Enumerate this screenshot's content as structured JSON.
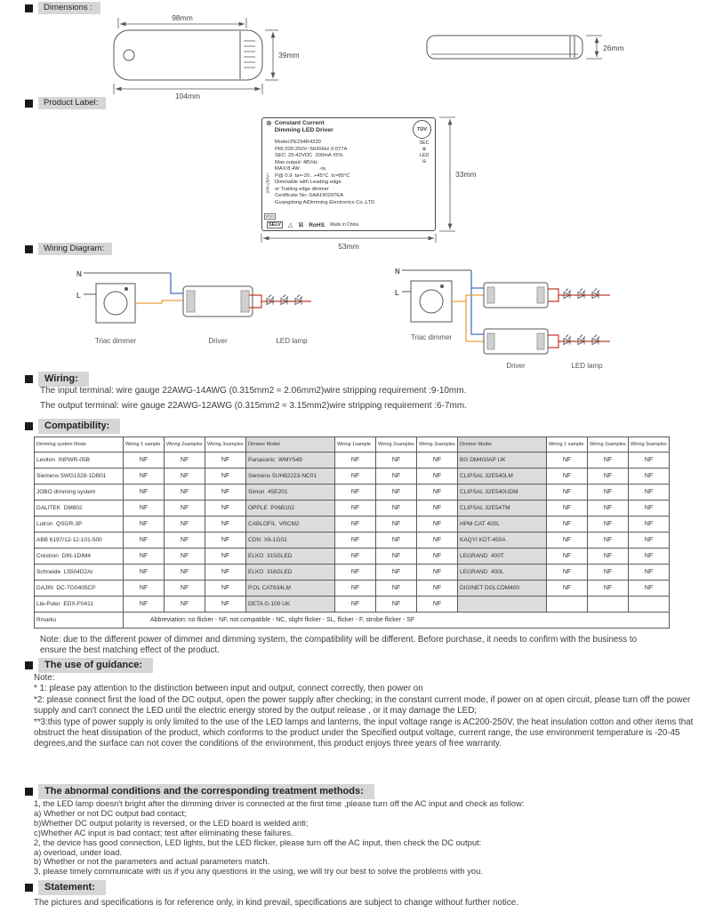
{
  "colors": {
    "line": "#555555",
    "live_wire": "#E8A13C",
    "neutral_wire": "#4472C4",
    "output_wire": "#C0392B",
    "section_header_bg": "#D6D6D6",
    "table_shade": "#DCDCDC"
  },
  "sections": {
    "dimensions": "Dimensions :",
    "product_label": "Product Label:",
    "wiring_diagram": "Wiring Diagram:",
    "wiring": "Wiring:",
    "compatibility": "Compatibility:",
    "guidance": "The use of guidance:",
    "abnormal": "The abnormal conditions and the corresponding treatment methods:",
    "statement": "Statement:"
  },
  "dimensions": {
    "top_width": "98mm",
    "bottom_width": "104mm",
    "height": "39mm",
    "side_height": "26mm"
  },
  "label": {
    "symbol": "⊕",
    "title_line1": "Constant Current",
    "title_line2": "Dimming LED Driver",
    "tuv": "TÜV",
    "side_text": "200-250V~",
    "ip": "IP20",
    "lines": [
      "Model:PE294R4220",
      "PRI:200-250V~50/60Hz 0.077A",
      "SEC: 25-42VDC  200mA ±5%",
      "Max.output: 48Vdc",
      "MAX:8.4W              -ta",
      "P@ 0.9  ta=-20...+45°C  tc=85°C",
      "Dimmable with Leading edge",
      "or Trailing edge dimmer",
      "Certificate No.:SAA190297EA",
      "Guangdong AiDimming Electronics Co.,LTD"
    ],
    "sec": "SEC",
    "led": "LED",
    "plus": "⊕",
    "minus": "⊖",
    "selv": "SELV",
    "warning": "△",
    "bin": "⊠",
    "rohs": "RoHS",
    "made_in": "Made in China",
    "width_dim": "53mm",
    "height_dim": "33mm"
  },
  "wiring_labels": {
    "n": "N",
    "l": "L",
    "dimmer": "Triac dimmer",
    "driver": "Driver",
    "lamp": "LED lamp"
  },
  "wiring": {
    "line1": "The input terminal: wire gauge 22AWG-14AWG (0.315mm2 ≈ 2.06mm2)wire stripping requirement :9-10mm.",
    "line2": "The output terminal: wire gauge 22AWG-12AWG (0.315mm2 ≈ 3.15mm2)wire stripping requirement :6-7mm."
  },
  "compatibility": {
    "headers": [
      "Dimming system Mode",
      "Wiring 1 sample",
      "Wiring 2samples",
      "Wiring 3samples",
      "Dimmer Model",
      "Wiring 1sample",
      "Wiring 2samples",
      "Wiring 3samples",
      "Dimmer Model",
      "Wiring 1 sample",
      "Wiring 2samples",
      "Wiring 3samples"
    ],
    "rows": [
      [
        "Leviton  INPWR-05B",
        "NF",
        "NF",
        "NF",
        "Panasonic  WMY549",
        "NF",
        "NF",
        "NF",
        "BG DM400AP UK",
        "NF",
        "NF",
        "NF"
      ],
      [
        "Siemens 5WG1528-1DB01",
        "NF",
        "NF",
        "NF",
        "Siemens 5UH82223-NC01",
        "NF",
        "NF",
        "NF",
        "CLIPSAL 32E540LM",
        "NF",
        "NF",
        "NF"
      ],
      [
        "JOBO dimming system",
        "NF",
        "NF",
        "NF",
        "Simon  45E201",
        "NF",
        "NF",
        "NF",
        "CLIPSAL 32E540UDM",
        "NF",
        "NF",
        "NF"
      ],
      [
        "DALITEK  DM802",
        "NF",
        "NF",
        "NF",
        "OPPLE  P06B102",
        "NF",
        "NF",
        "NF",
        "CLIPSAL 32E54TM",
        "NF",
        "NF",
        "NF"
      ],
      [
        "Lutron  QSGR-3P",
        "NF",
        "NF",
        "NF",
        "CABLOFIL  VRCM2",
        "NF",
        "NF",
        "NF",
        "HPM CAT 400L",
        "NF",
        "NF",
        "NF"
      ],
      [
        "ABB 6197/12-12-101-500",
        "NF",
        "NF",
        "NF",
        "CDN  X6-1G02",
        "NF",
        "NF",
        "NF",
        "KAQYI KDT-450A",
        "NF",
        "NF",
        "NF"
      ],
      [
        "Crestron  DIN-1DIM4",
        "NF",
        "NF",
        "NF",
        "ELKO  315GLED",
        "NF",
        "NF",
        "NF",
        "LEGRAND  400T",
        "NF",
        "NF",
        "NF"
      ],
      [
        "Schneide  L5504D2Ar",
        "NF",
        "NF",
        "NF",
        "ELKO  316GLED",
        "NF",
        "NF",
        "NF",
        "LEGRAND  400L",
        "NF",
        "NF",
        "NF"
      ],
      [
        "DAJIN  DC-TG0405CP",
        "NF",
        "NF",
        "NF",
        "P.OL CAT634LM",
        "NF",
        "NF",
        "NF",
        "DIGINET DGLCDM400",
        "NF",
        "NF",
        "NF"
      ],
      [
        "Lte-Puter  EDX-F0411",
        "NF",
        "NF",
        "NF",
        "DETA G-100 UK",
        "NF",
        "NF",
        "NF",
        "",
        "",
        "",
        ""
      ]
    ],
    "remarks_label": "Rmarks",
    "remarks": "Abbreviation: no flicker - NF, not compatible - NC, slight flicker - SL, flicker - F, strobe flicker - SF",
    "note": "Note: due to the different power of dimmer and dimming system, the compatibility will be different. Before purchase, it needs to confirm with the business to ensure the best matching effect of the product."
  },
  "guidance": {
    "lines": [
      "Note:",
      "* 1: please pay attention to the distinction between input and output, connect correctly, then power on",
      "*2: please connect first the load of the DC output, open the power supply after checking; in the constant current mode, if power on at open circuit, please turn off the power supply and can't connect the LED until the electric energy stored by the output release , or it may damage the LED;",
      "**3:this type of power supply is only limited to the use of the LED lamps and lanterns, the input voltage range is AC200-250V, the heat insulation cotton and other items that obstruct the heat dissipation of the product, which conforms to the product under the Specified output voltage, current range, the use environment temperature is -20-45 degrees,and the surface can not cover the conditions of the environment, this product enjoys three years of free warranty."
    ]
  },
  "abnormal": {
    "lines": [
      "1, the LED lamp doesn't bright after the dimming driver is connected at the first time ,please turn off the AC input and check as follow:",
      "a) Whether or not DC output bad contact;",
      "b)Whether DC output polarity is reversed, or the LED board is welded anti;",
      "c)Whether AC input is bad contact; test after eliminating these failures.",
      "2, the device has good connection, LED lights, but the LED flicker, please turn off the AC input, then check the DC output:",
      "a) overload, under load.",
      "b) Whether or not the parameters and actual parameters match.",
      "3, please timely communicate with us if you any questions in the using, we will try our best to solve the problems with you."
    ]
  },
  "statement": {
    "text": "The pictures and specifications is for reference only, in kind prevail, specifications are subject to change without further notice."
  }
}
